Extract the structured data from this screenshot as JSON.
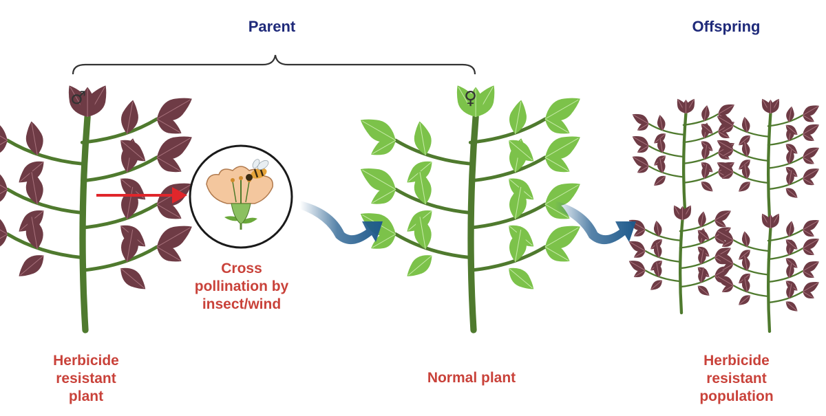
{
  "headings": {
    "parent": "Parent",
    "offspring": "Offspring"
  },
  "symbols": {
    "male": "♂",
    "female": "♀"
  },
  "labels": {
    "resistant_plant": [
      "Herbicide",
      "resistant",
      "plant"
    ],
    "pollination": [
      "Cross",
      "pollination by",
      "insect/wind"
    ],
    "normal_plant": "Normal plant",
    "resistant_population": [
      "Herbicide",
      "resistant",
      "population"
    ]
  },
  "colors": {
    "heading": "#1f2a7a",
    "label": "#c9423a",
    "resistant_leaf": "#6e3b45",
    "normal_leaf": "#7cc24a",
    "stem": "#4f7a2e",
    "flow_arrow": "#1f5a8c",
    "pointer_arrow": "#e0262b"
  },
  "icons": [
    "brace-icon",
    "male-symbol-icon",
    "female-symbol-icon",
    "red-arrow-icon",
    "flower-bee-icon",
    "curved-arrow-icon"
  ]
}
